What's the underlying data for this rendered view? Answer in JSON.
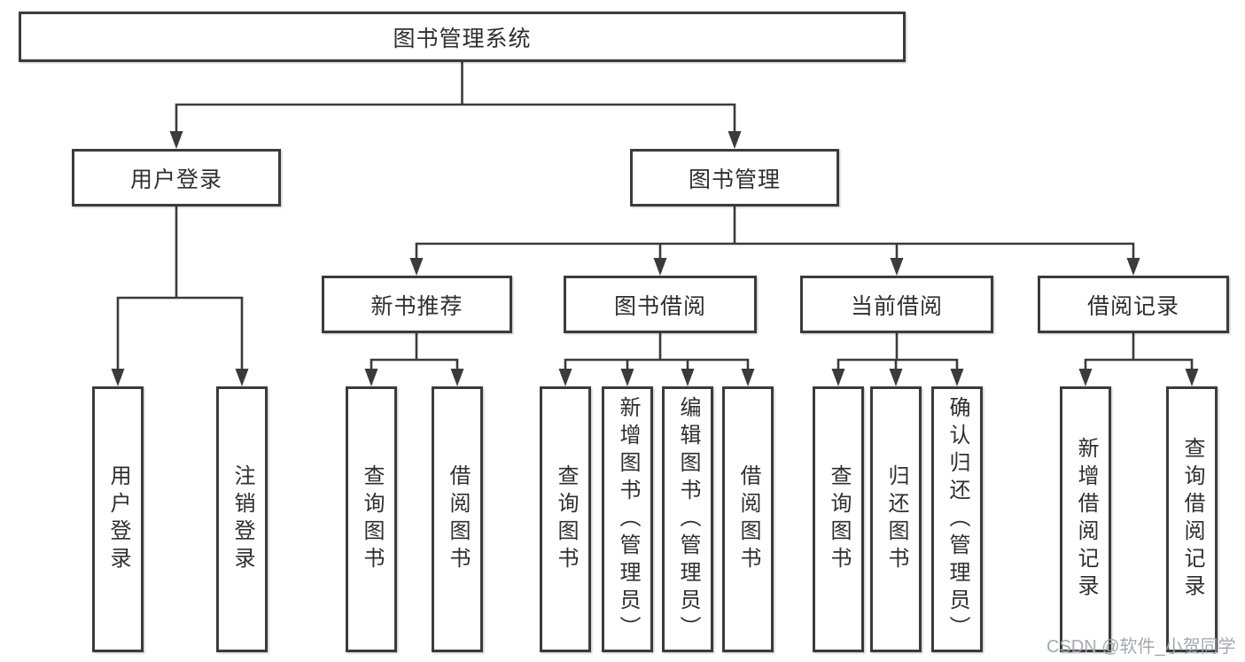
{
  "colors": {
    "line": "#3b3b3b",
    "box_border": "#3b3b3b",
    "box_fill": "#ffffff",
    "text": "#2f2f2f",
    "watermark": "#a0a5ab",
    "background": "#ffffff"
  },
  "diagram": {
    "root": {
      "label": "图书管理系统"
    },
    "branches": [
      {
        "label": "用户登录",
        "children": [
          {
            "label": "用户登录"
          },
          {
            "label": "注销登录"
          }
        ]
      },
      {
        "label": "图书管理",
        "children": [
          {
            "label": "新书推荐",
            "children": [
              {
                "label": "查询图书"
              },
              {
                "label": "借阅图书"
              }
            ]
          },
          {
            "label": "图书借阅",
            "children": [
              {
                "label": "查询图书"
              },
              {
                "label": "新增图书（管理员）"
              },
              {
                "label": "编辑图书（管理员）"
              },
              {
                "label": "借阅图书"
              }
            ]
          },
          {
            "label": "当前借阅",
            "children": [
              {
                "label": "查询图书"
              },
              {
                "label": "归还图书"
              },
              {
                "label": "确认归还（管理员）"
              }
            ]
          },
          {
            "label": "借阅记录",
            "children": [
              {
                "label": "新增借阅记录"
              },
              {
                "label": "查询借阅记录"
              }
            ]
          }
        ]
      }
    ]
  },
  "watermark": {
    "text": "CSDN @软件_小贺同学"
  }
}
